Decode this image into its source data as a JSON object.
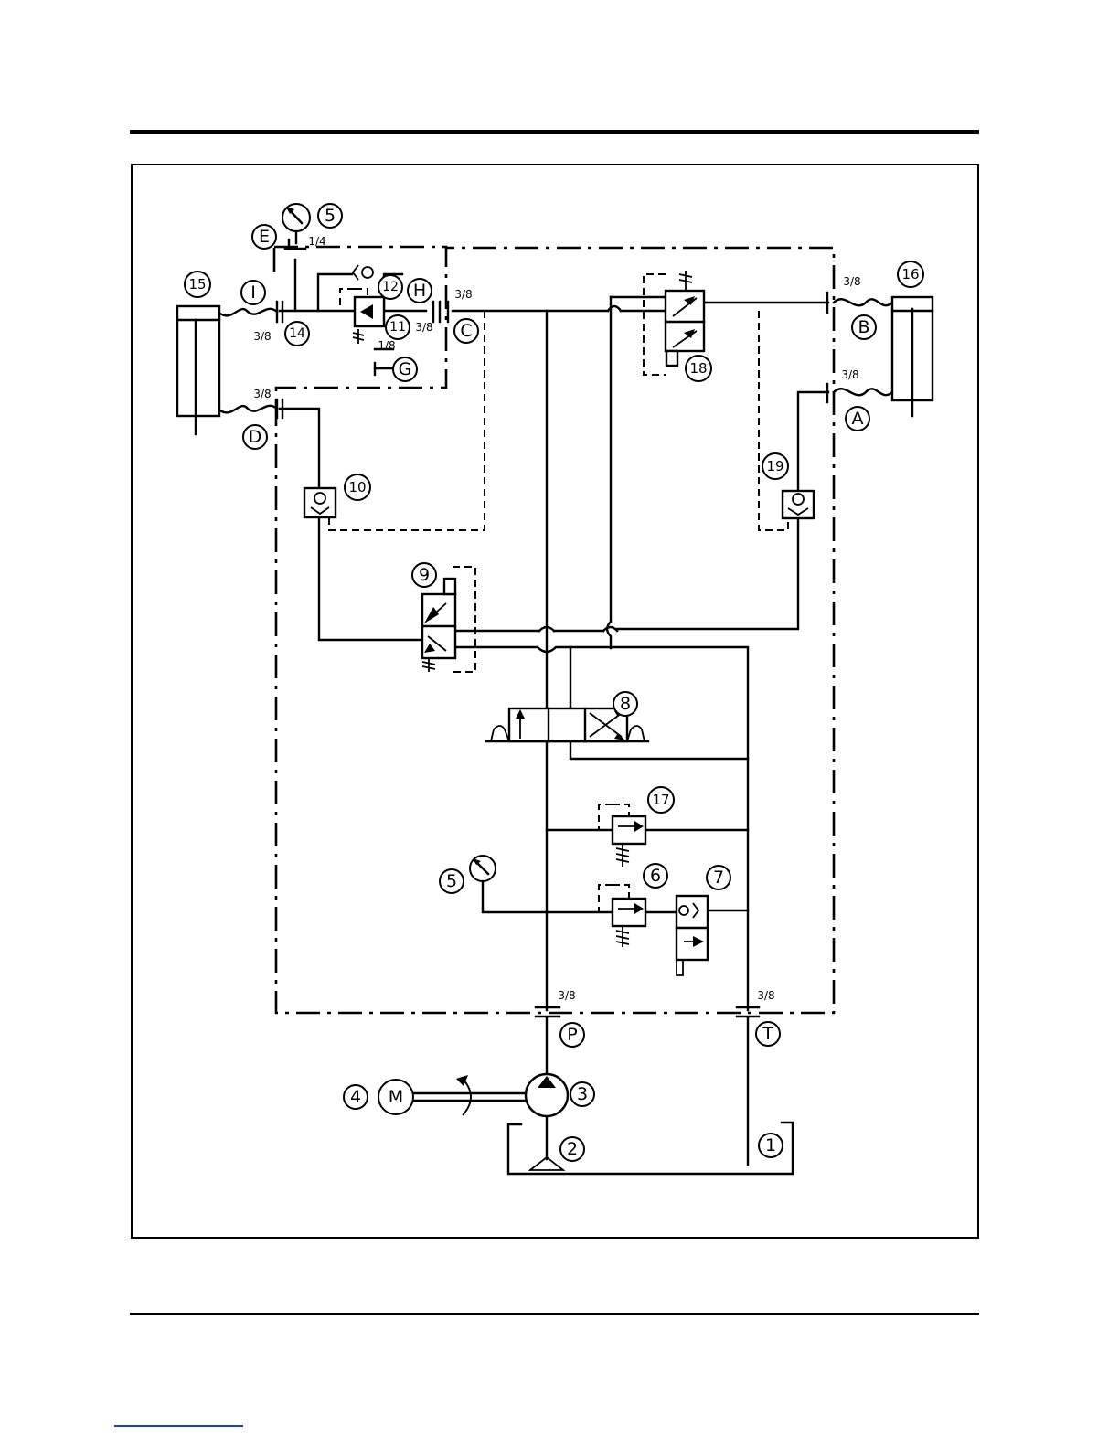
{
  "diagram": {
    "component_labels": {
      "c1": "1",
      "c2": "2",
      "c3": "3",
      "c4": "4",
      "c5a": "5",
      "c5b": "5",
      "c6": "6",
      "c7": "7",
      "c8": "8",
      "c9": "9",
      "c10": "10",
      "c11": "11",
      "c12": "12",
      "c14": "14",
      "c15": "15",
      "c16": "16",
      "c17": "17",
      "c18": "18",
      "c19": "19"
    },
    "port_labels": {
      "A": "A",
      "B": "B",
      "C": "C",
      "D": "D",
      "E": "E",
      "G": "G",
      "H": "H",
      "I": "I",
      "P": "P",
      "T": "T"
    },
    "motor_label": "M",
    "fitting_sizes": {
      "E": "1/4",
      "B": "3/8",
      "A": "3/8",
      "C": "3/8",
      "I": "3/8",
      "D": "3/8",
      "H": "3/8",
      "G": "1/8",
      "P": "3/8",
      "T": "3/8"
    }
  }
}
